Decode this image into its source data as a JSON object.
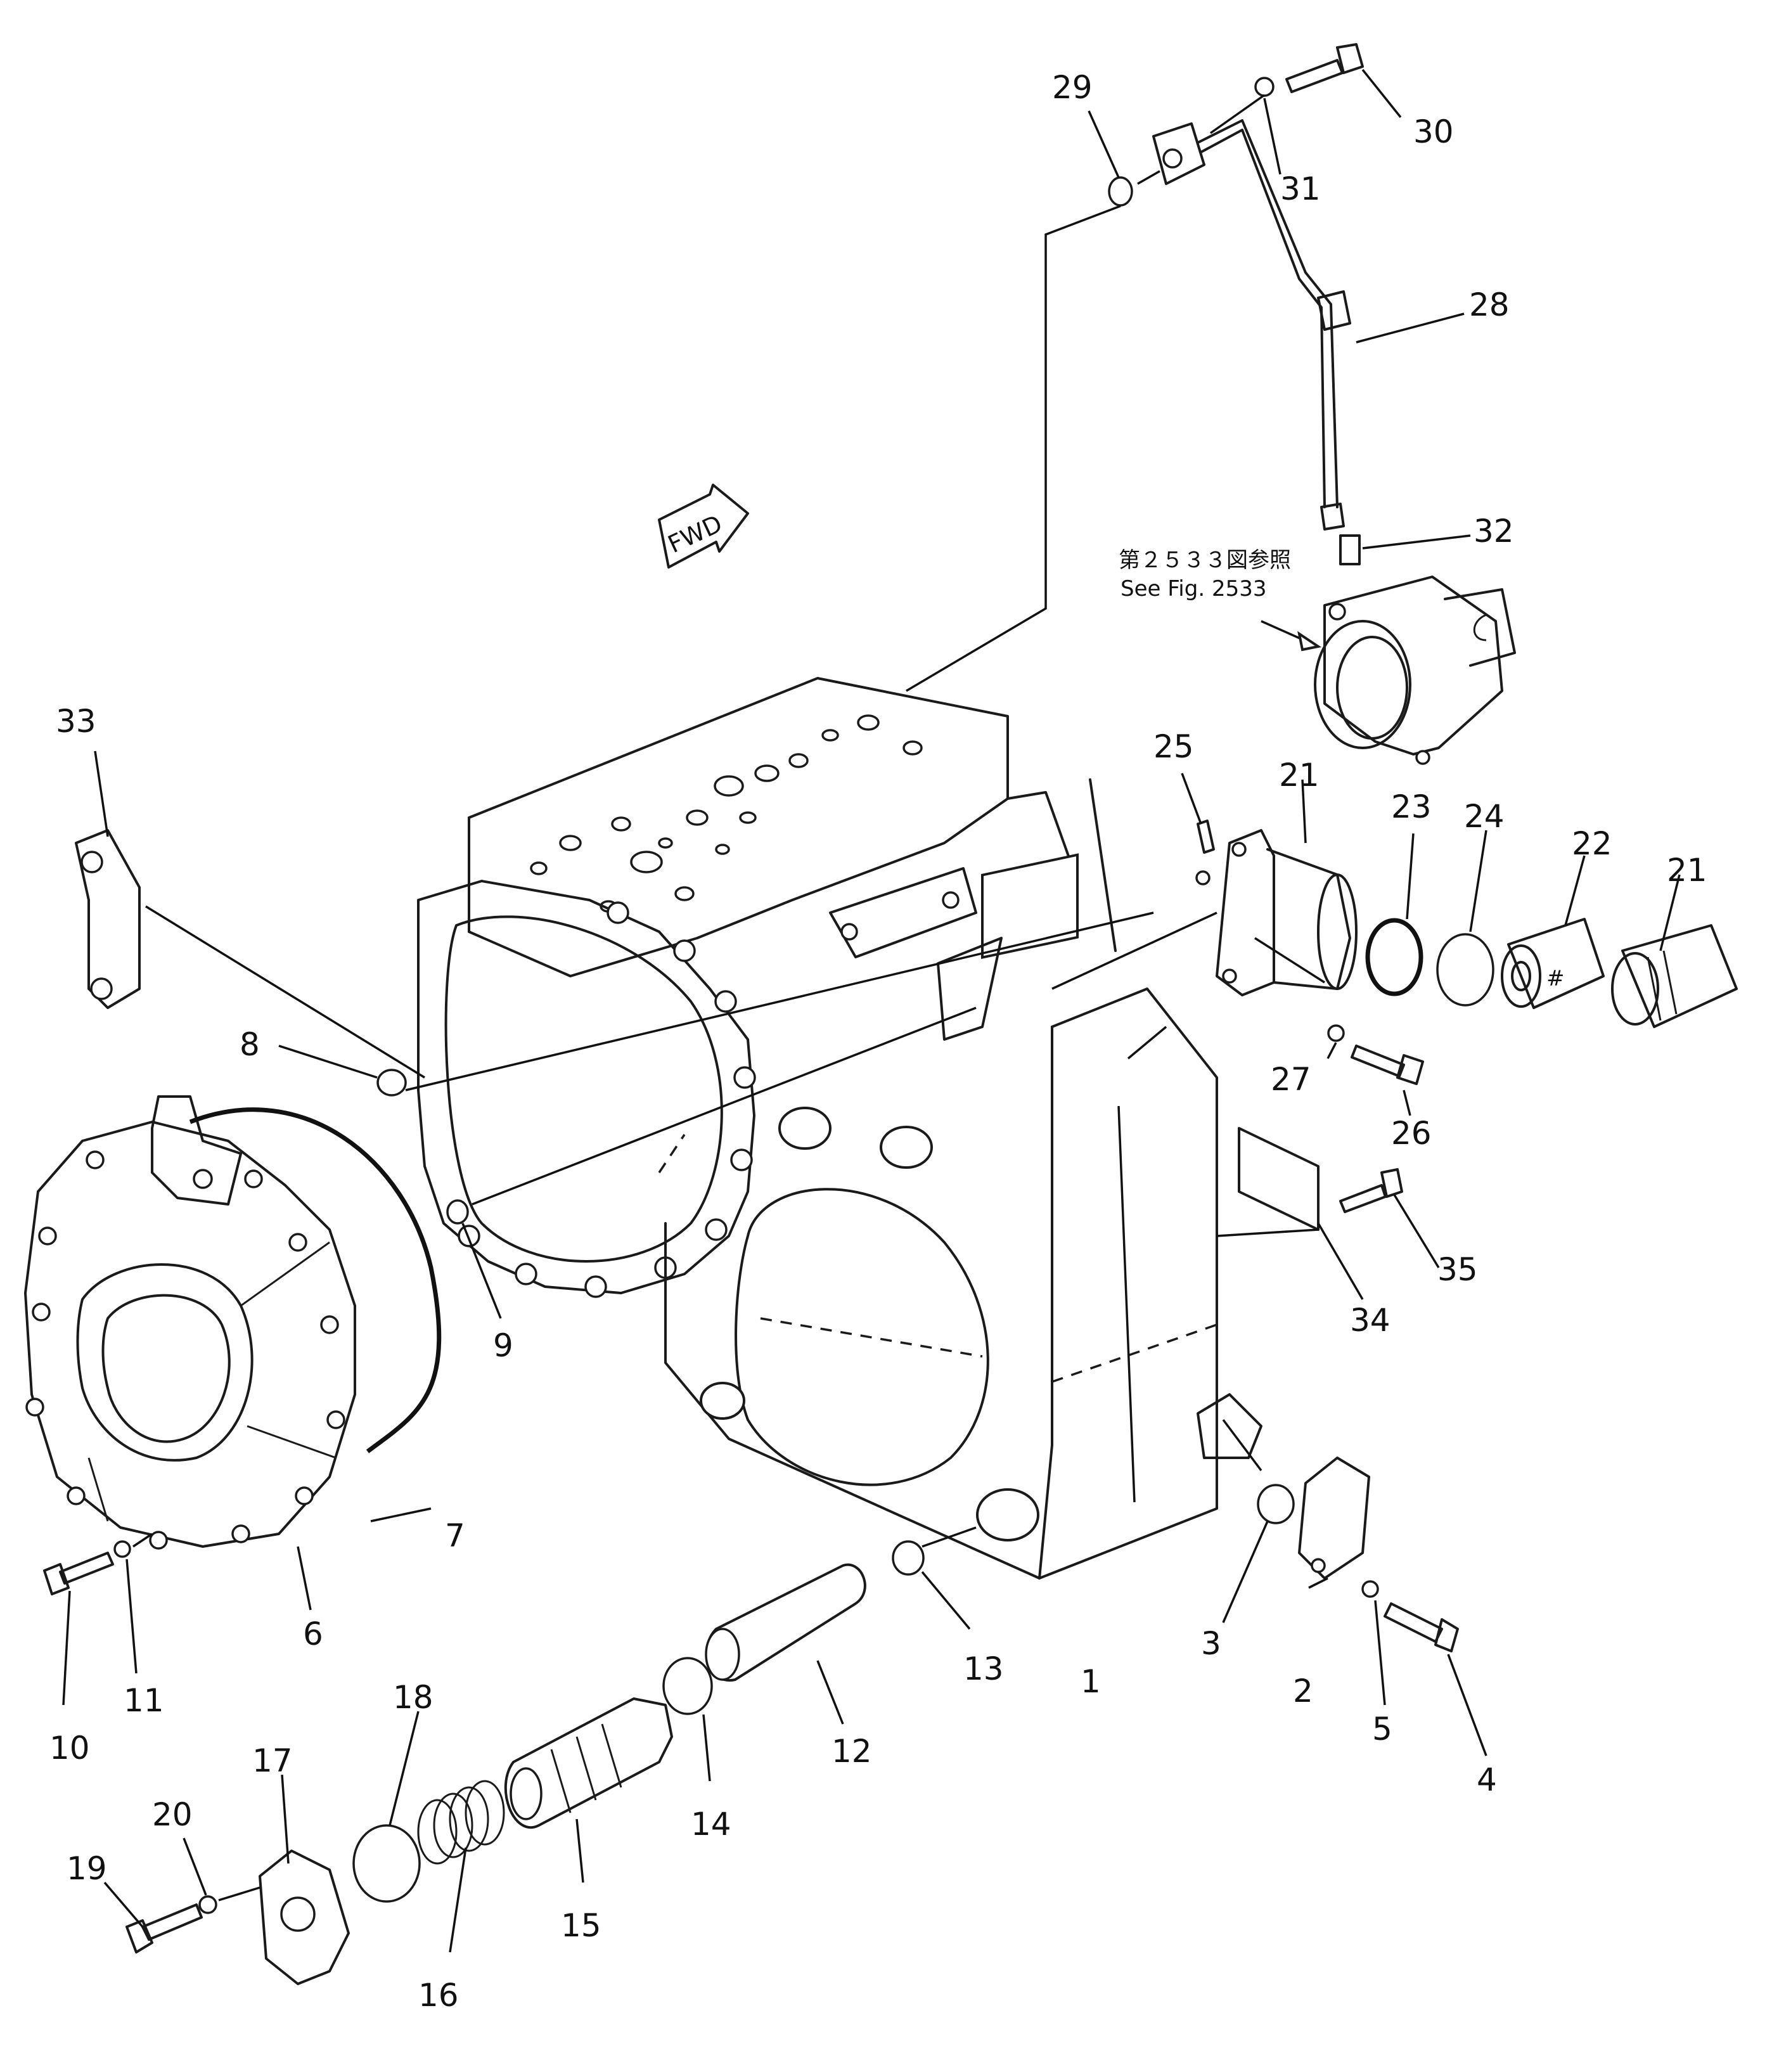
{
  "callouts": [
    {
      "id": "1",
      "text": "1"
    },
    {
      "id": "2",
      "text": "2"
    },
    {
      "id": "3",
      "text": "3"
    },
    {
      "id": "4",
      "text": "4"
    },
    {
      "id": "5",
      "text": "5"
    },
    {
      "id": "6",
      "text": "6"
    },
    {
      "id": "7",
      "text": "7"
    },
    {
      "id": "8",
      "text": "8"
    },
    {
      "id": "9",
      "text": "9"
    },
    {
      "id": "10",
      "text": "10"
    },
    {
      "id": "11",
      "text": "11"
    },
    {
      "id": "12",
      "text": "12"
    },
    {
      "id": "13",
      "text": "13"
    },
    {
      "id": "14",
      "text": "14"
    },
    {
      "id": "15",
      "text": "15"
    },
    {
      "id": "16",
      "text": "16"
    },
    {
      "id": "17",
      "text": "17"
    },
    {
      "id": "18",
      "text": "18"
    },
    {
      "id": "19",
      "text": "19"
    },
    {
      "id": "20",
      "text": "20"
    },
    {
      "id": "21a",
      "text": "21"
    },
    {
      "id": "21b",
      "text": "21"
    },
    {
      "id": "22",
      "text": "22"
    },
    {
      "id": "23",
      "text": "23"
    },
    {
      "id": "24",
      "text": "24"
    },
    {
      "id": "25",
      "text": "25"
    },
    {
      "id": "26",
      "text": "26"
    },
    {
      "id": "27",
      "text": "27"
    },
    {
      "id": "28",
      "text": "28"
    },
    {
      "id": "29",
      "text": "29"
    },
    {
      "id": "30",
      "text": "30"
    },
    {
      "id": "31",
      "text": "31"
    },
    {
      "id": "32",
      "text": "32"
    },
    {
      "id": "33",
      "text": "33"
    },
    {
      "id": "34",
      "text": "34"
    },
    {
      "id": "35",
      "text": "35"
    }
  ],
  "reference_note": {
    "line_jp": "第２５３３図参照",
    "line_en": "See Fig. 2533"
  },
  "direction_marker": {
    "text": "FWD"
  }
}
